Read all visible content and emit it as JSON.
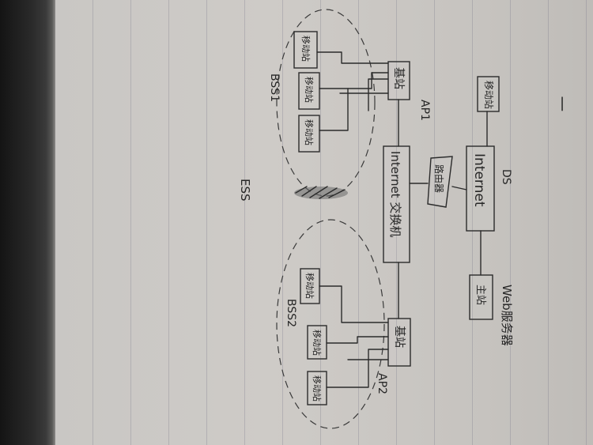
{
  "diagram": {
    "top_tick": "|",
    "left_station": "移动站",
    "internet": "Internet",
    "ds": "DS",
    "web_server": "Web服务器",
    "server_box": "主站",
    "router": "路由器",
    "switch": "Internet 交换机",
    "ap1": {
      "box": "基站",
      "label": "AP1"
    },
    "ap2": {
      "box": "基站",
      "label": "AP2"
    },
    "bss1": {
      "label": "BSS1",
      "stations": [
        "移动站",
        "移动站",
        "移动站"
      ]
    },
    "bss2": {
      "label": "BSS2",
      "stations": [
        "移动站",
        "移动站",
        "移动站"
      ]
    },
    "ess": "ESS"
  }
}
